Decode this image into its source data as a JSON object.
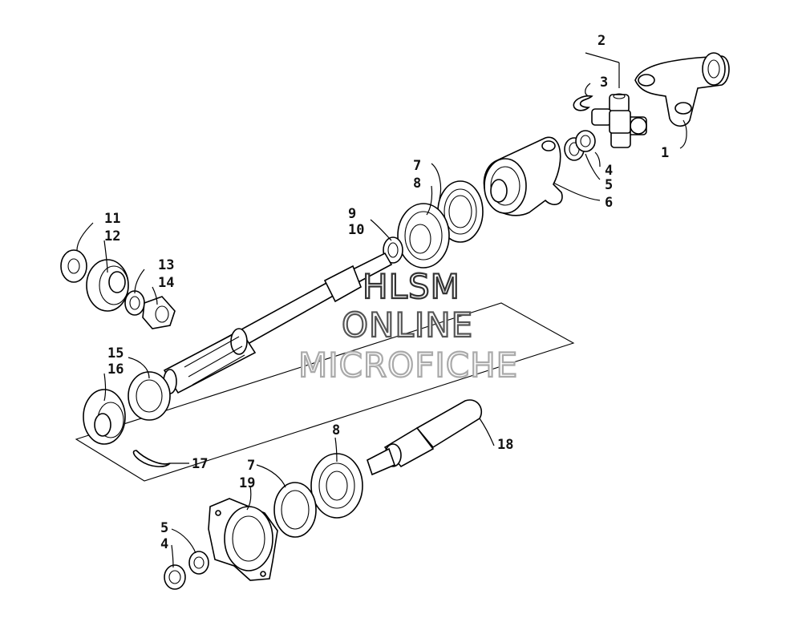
{
  "callouts": {
    "c1": "1",
    "c2": "2",
    "c3": "3",
    "c4a": "4",
    "c5a": "5",
    "c6": "6",
    "c7a": "7",
    "c8a": "8",
    "c9": "9",
    "c10": "10",
    "c11": "11",
    "c12": "12",
    "c13": "13",
    "c14": "14",
    "c15": "15",
    "c16": "16",
    "c17": "17",
    "c18": "18",
    "c8b": "8",
    "c7b": "7",
    "c19": "19",
    "c5b": "5",
    "c4b": "4"
  },
  "watermark": {
    "line1": "HLSM",
    "line2": "ONLINE",
    "line3": "MICROFICHE"
  }
}
